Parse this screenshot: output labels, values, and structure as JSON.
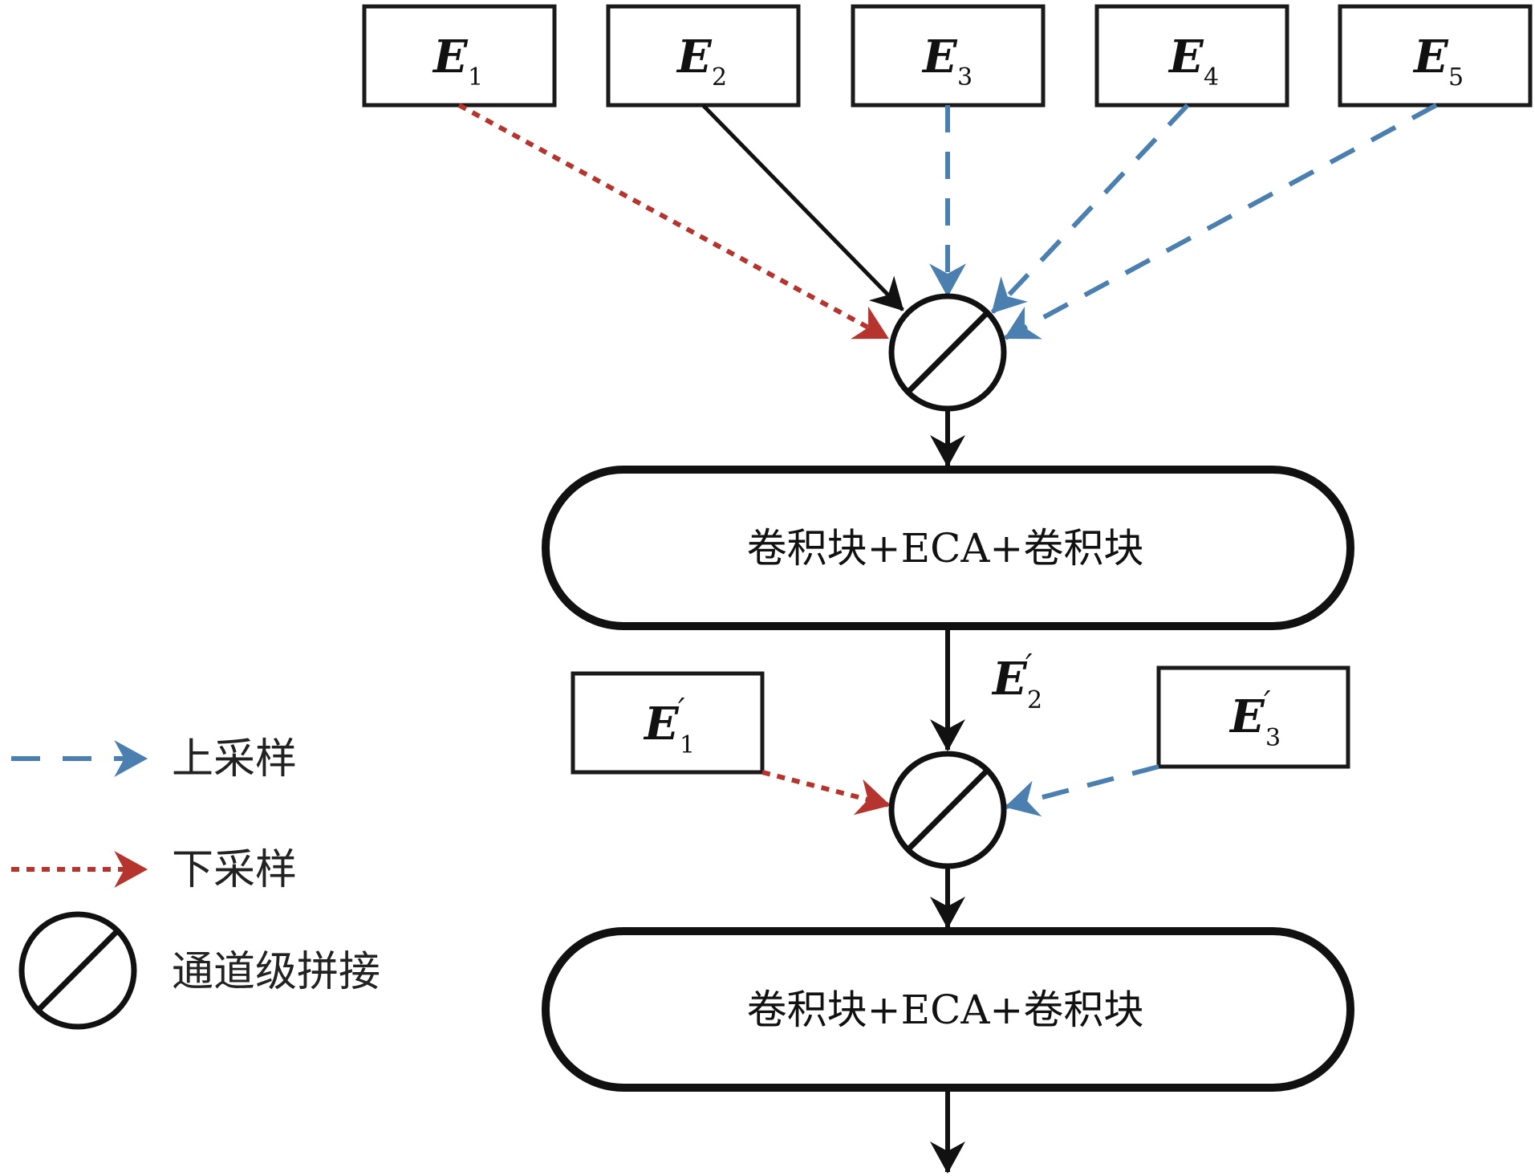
{
  "colors": {
    "black": "#111111",
    "upsample_blue": "#4a7fb0",
    "downsample_red": "#b5342d"
  },
  "top_inputs": [
    {
      "main": "E",
      "sub": "1"
    },
    {
      "main": "E",
      "sub": "2"
    },
    {
      "main": "E",
      "sub": "3"
    },
    {
      "main": "E",
      "sub": "4"
    },
    {
      "main": "E",
      "sub": "5"
    }
  ],
  "block_label": "卷积块+ECA+卷积块",
  "block2_label": "卷积块+ECA+卷积块",
  "level2_inputs": {
    "left": {
      "main": "E",
      "prime": "′",
      "sub": "1"
    },
    "center": {
      "main": "E",
      "prime": "′",
      "sub": "2"
    },
    "right": {
      "main": "E",
      "prime": "′",
      "sub": "3"
    }
  },
  "legend": {
    "upsample": "上采样",
    "downsample": "下采样",
    "concat": "通道级拼接"
  }
}
